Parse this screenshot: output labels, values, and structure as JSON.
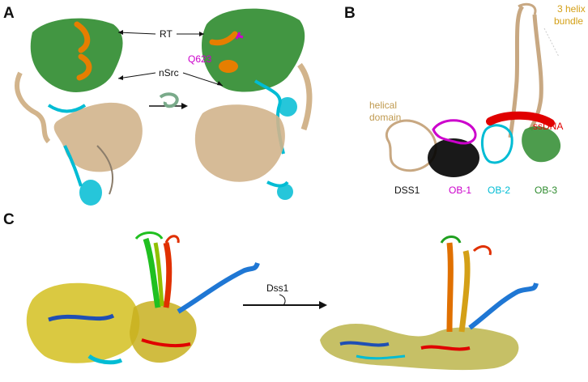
{
  "panels": {
    "A": {
      "letter": "A",
      "rt_label": "RT",
      "nsrc_label": "nSrc",
      "residue_label": "Q623"
    },
    "B": {
      "letter": "B",
      "helix_bundle_label_line1": "3 helix",
      "helix_bundle_label_line2": "bundle",
      "helical_domain_line1": "helical",
      "helical_domain_line2": "domain",
      "ssdna_label": "ssDNA",
      "dss1_label": "DSS1",
      "ob1_label": "OB-1",
      "ob2_label": "OB-2",
      "ob3_label": "OB-3"
    },
    "C": {
      "letter": "C",
      "arrow_label": "Dss1"
    }
  },
  "colors": {
    "tan": "#d2b48c",
    "green": "#2e8b2e",
    "orange": "#e67e00",
    "cyan": "#00bcd4",
    "magenta": "#cc00cc",
    "red": "#e00000",
    "black": "#000000",
    "gold": "#d4a017",
    "blue": "#1f77b4"
  }
}
